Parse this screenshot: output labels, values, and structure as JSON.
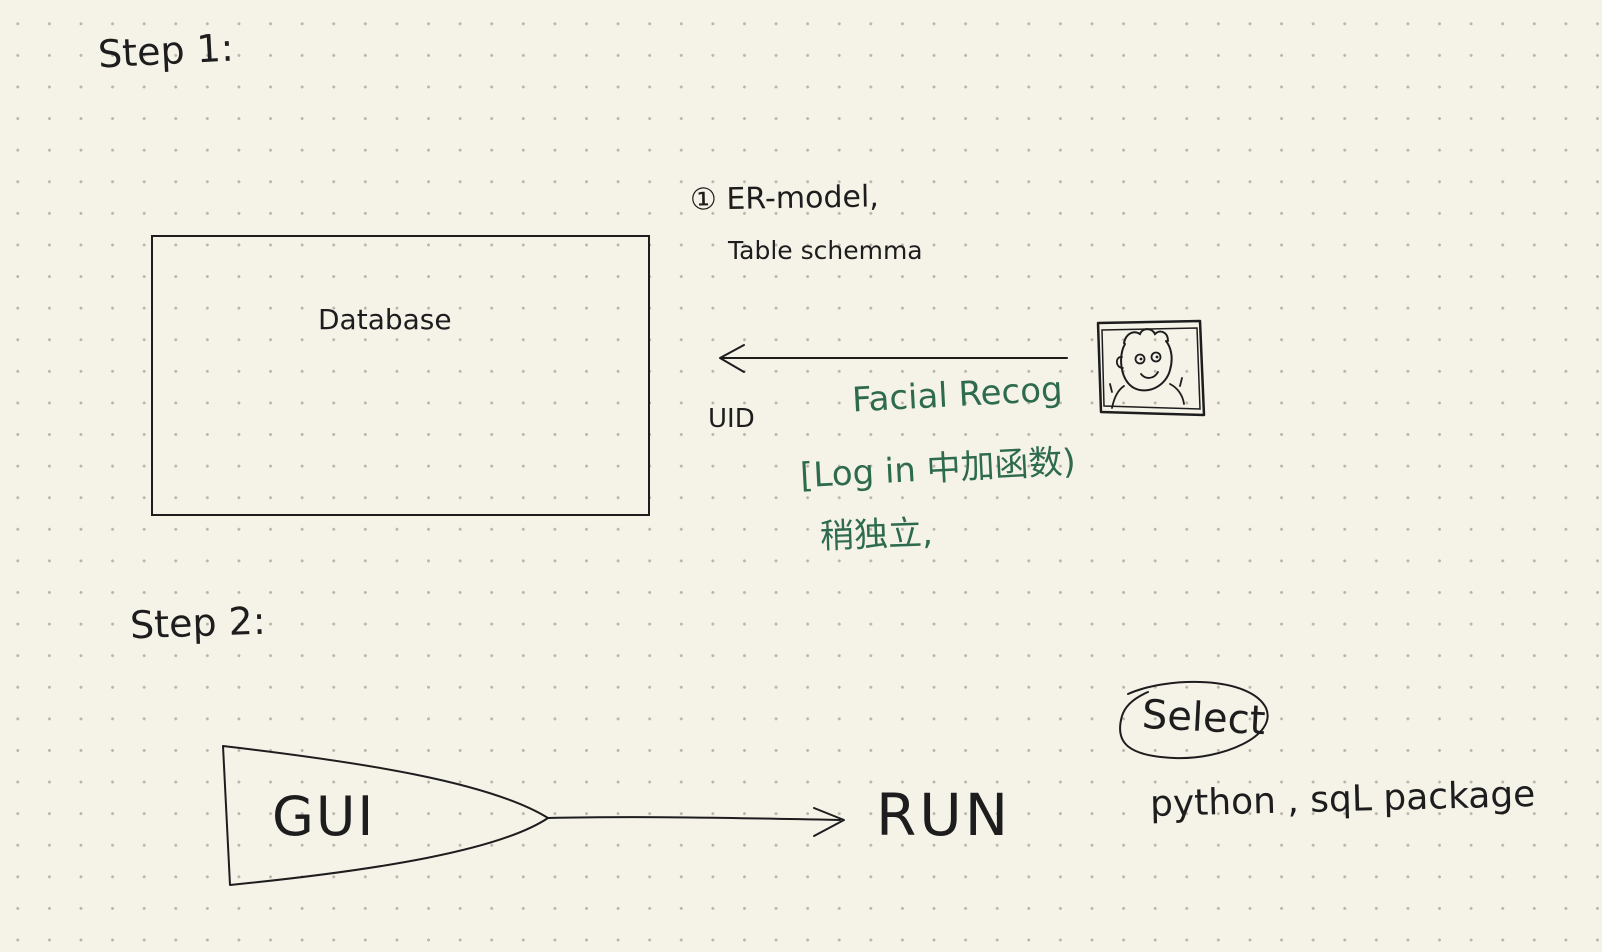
{
  "step1": {
    "heading": "Step 1:",
    "database_label": "Database",
    "note_line1": "① ER-model,",
    "note_line2": "Table schemma",
    "uid_label": "UID",
    "facial_recog_label": "Facial Recog",
    "login_note": "[Log in 中加函数)",
    "independent_note": "稍独立,",
    "user_photo_icon": "user-face-photo-icon"
  },
  "step2": {
    "heading": "Step 2:",
    "gui_label": "GUI",
    "run_label": "RUN",
    "select_label": "Select",
    "package_note": "python , sqL package"
  },
  "colors": {
    "paper": "#f5f2e8",
    "dot": "#b9b5ab",
    "ink": "#1d1d1d",
    "green_ink": "#2e6b4e"
  }
}
